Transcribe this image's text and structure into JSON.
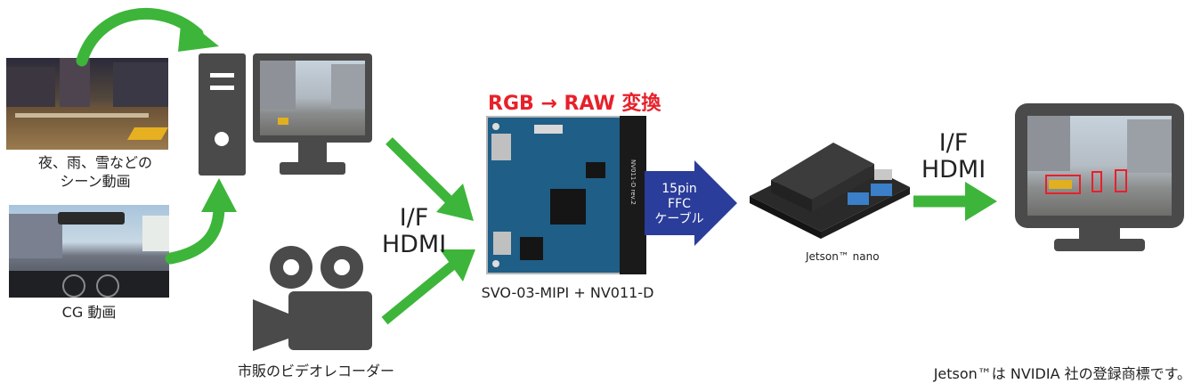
{
  "title": "RGB → RAW 変換",
  "colors": {
    "arrow_green": "#3db53a",
    "title_red": "#e8202a",
    "cable_blue": "#2b3d9a",
    "device_gray": "#4a4a4a"
  },
  "sources": {
    "night_scene_label": "夜、雨、雪などの\nシーン動画",
    "cg_label": "CG 動画",
    "camcorder_label": "市販のビデオレコーダー"
  },
  "links": {
    "pc_to_board": "I/F\nHDMI",
    "cable": "15pin\nFFC\nケーブル",
    "jetson_to_monitor": "I/F\nHDMI"
  },
  "devices": {
    "board_label": "SVO-03-MIPI + NV011-D",
    "jetson_label": "Jetson™ nano",
    "board_silk": "NV011-D rev.2"
  },
  "footer": {
    "trademark": "Jetson™は NVIDIA 社の登録商標です。"
  }
}
